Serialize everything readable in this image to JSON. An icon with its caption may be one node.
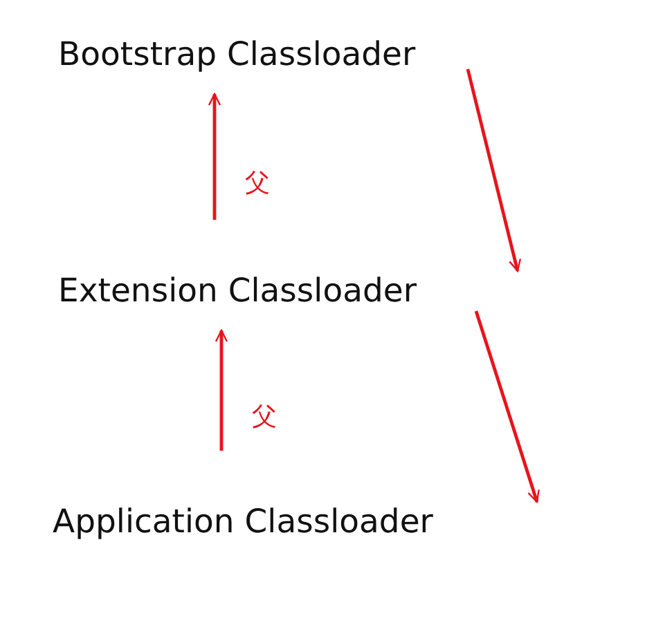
{
  "diagram": {
    "nodes": [
      {
        "text": [
          "Bootstrap Classloader"
        ]
      },
      {
        "text": [
          "Extension Classloader"
        ]
      },
      {
        "text": [
          "Application Classloader"
        ]
      }
    ],
    "edges": [
      {
        "from": 1,
        "to": 0,
        "arrow": "to",
        "label": "父",
        "color": "#e8141c"
      },
      {
        "from": 2,
        "to": 1,
        "arrow": "to",
        "label": "父",
        "color": "#e8141c"
      },
      {
        "from": 0,
        "to": 1,
        "arrow": "to",
        "color": "#e8141c"
      },
      {
        "from": 1,
        "to": 2,
        "arrow": "to",
        "color": "#e8141c"
      }
    ]
  }
}
